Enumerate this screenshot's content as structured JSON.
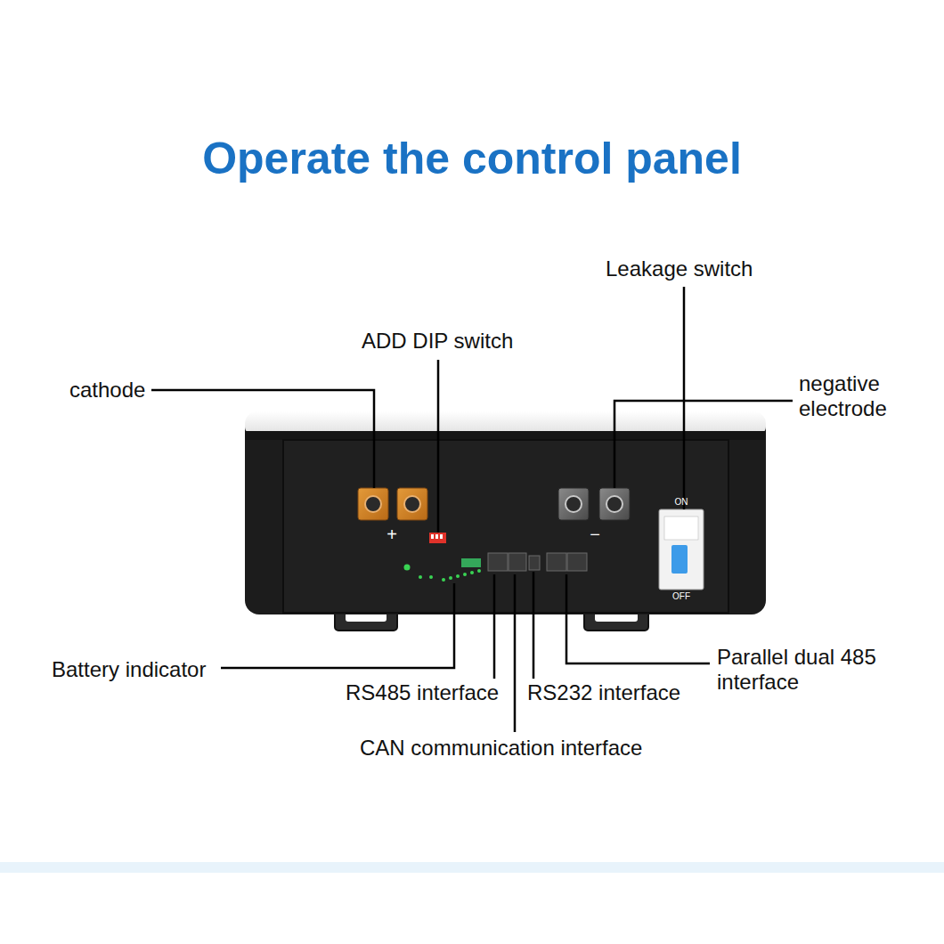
{
  "diagram": {
    "title": "Operate the control panel",
    "labels": [
      "cathode",
      "ADD DIP switch",
      "Leakage switch",
      "negative electrode",
      "+",
      "−",
      "ON",
      "OFF",
      "Battery indicator",
      "RS485 interface",
      "RS232 interface",
      "Parallel dual 485 interface",
      "CAN communication interface"
    ]
  }
}
